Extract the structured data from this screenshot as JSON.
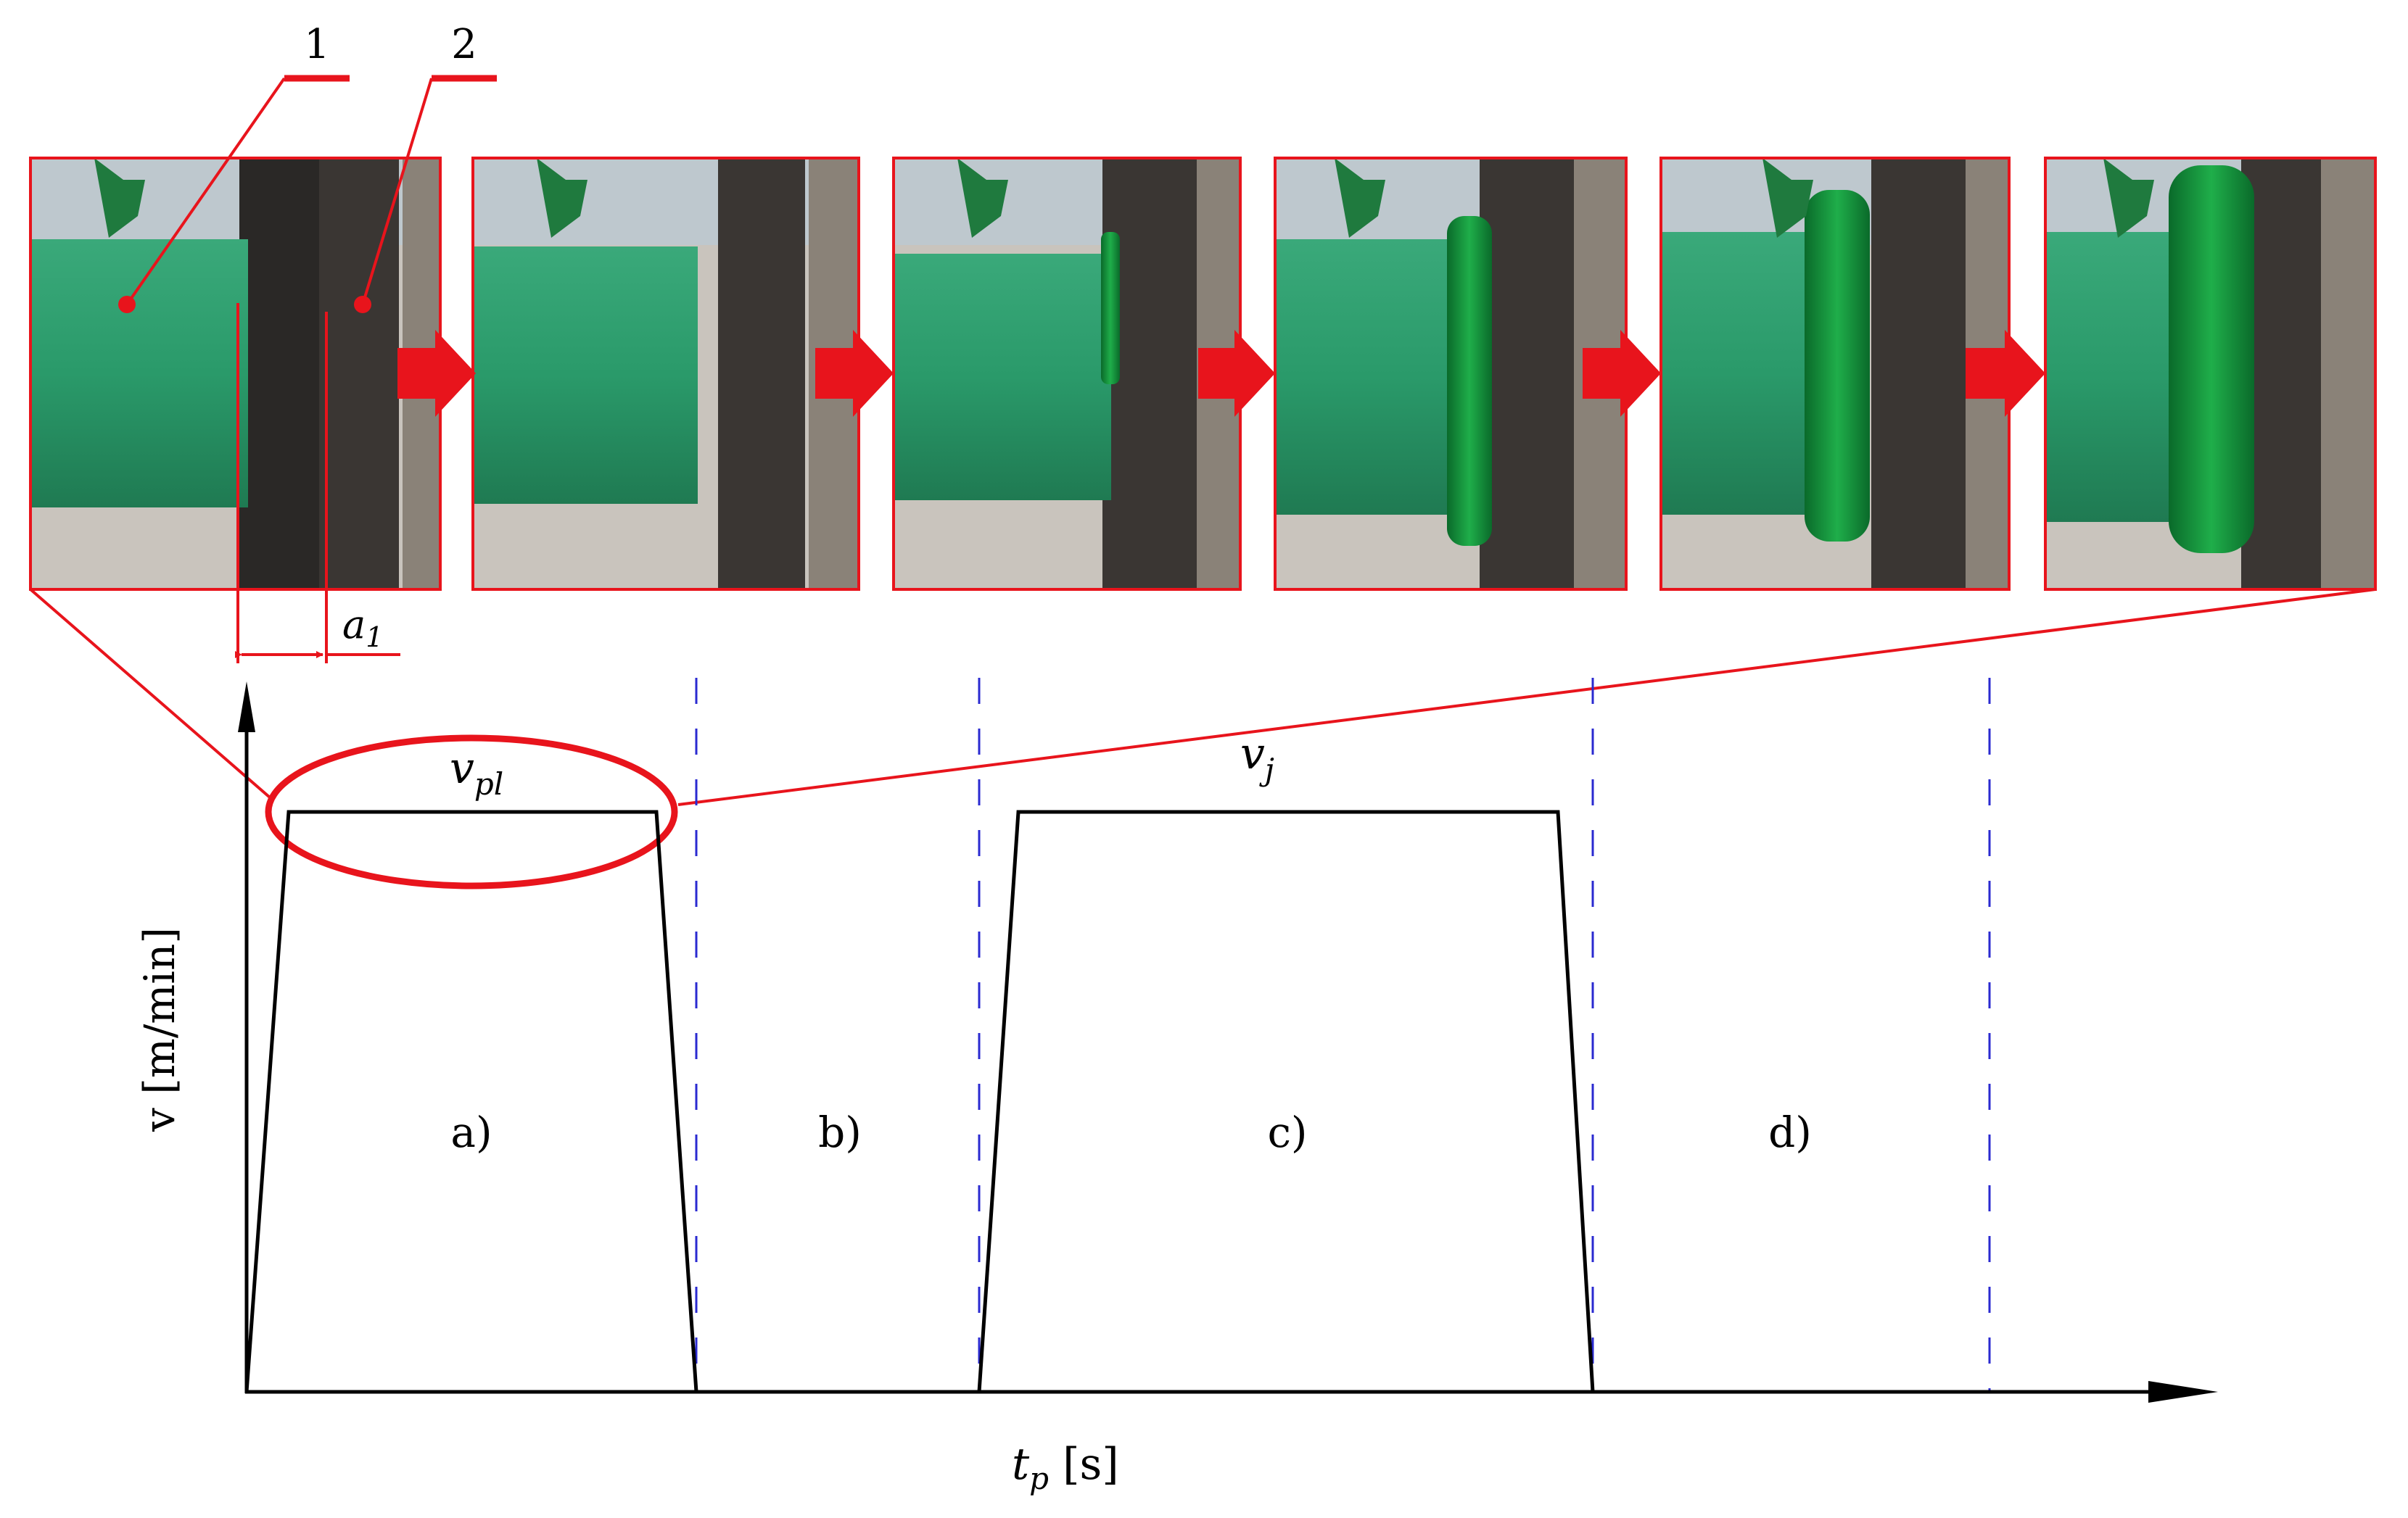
{
  "markers": {
    "m1": "1",
    "m2": "2"
  },
  "dimension": {
    "base": "a",
    "sub": "1"
  },
  "axes": {
    "y_label": "v [m/min]",
    "x_base": "t",
    "x_sub": "p",
    "x_unit": " [s]"
  },
  "speeds": {
    "pl_base": "v",
    "pl_sub": "pl",
    "j_base": "v",
    "j_sub": "j"
  },
  "phases": [
    "a)",
    "b)",
    "c)",
    "d)"
  ],
  "colors": {
    "accent": "#e8141c",
    "axis": "#000000",
    "divider": "#2a2ad0",
    "pipe": "#2a9a6a",
    "weld": "#0f8a3a",
    "plate": "#3a3633",
    "background_photo": "#c9c4bd"
  }
}
